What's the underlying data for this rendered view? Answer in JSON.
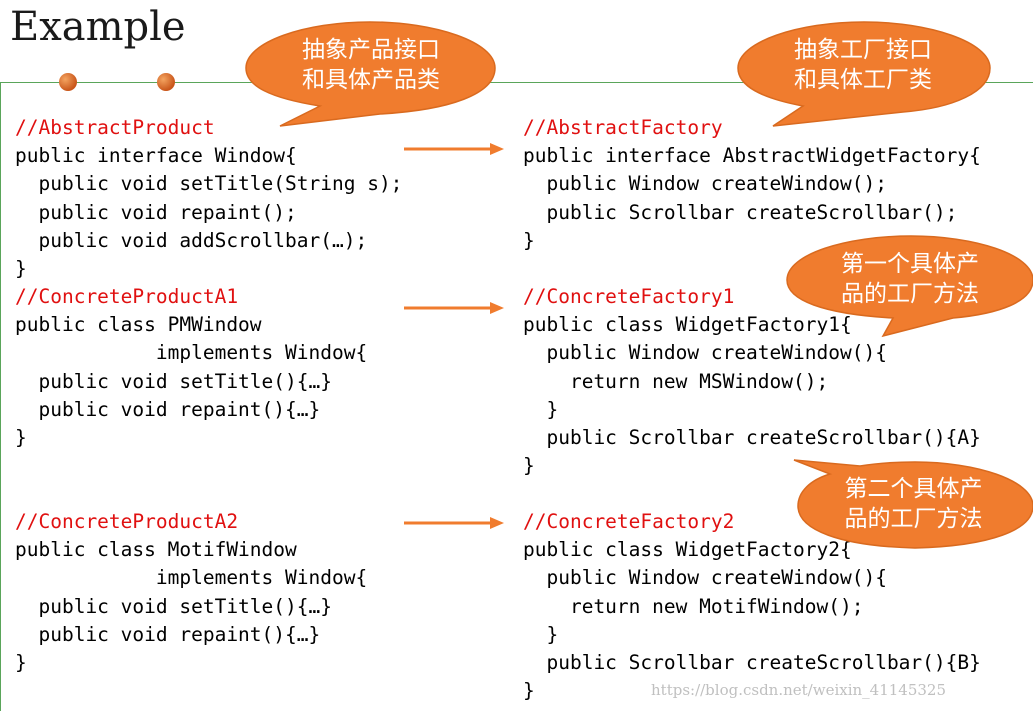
{
  "title": "Example",
  "left_blocks": [
    {
      "comment": "//AbstractProduct",
      "lines": [
        "public interface Window{",
        "  public void setTitle(String s);",
        "  public void repaint();",
        "  public void addScrollbar(…);",
        "}"
      ]
    },
    {
      "comment": "//ConcreteProductA1",
      "lines": [
        "public class PMWindow",
        "            implements Window{",
        "  public void setTitle(){…}",
        "  public void repaint(){…}",
        "}"
      ]
    },
    {
      "comment": "//ConcreteProductA2",
      "lines": [
        "public class MotifWindow",
        "            implements Window{",
        "  public void setTitle(){…}",
        "  public void repaint(){…}",
        "}"
      ]
    }
  ],
  "right_blocks": [
    {
      "comment": "//AbstractFactory",
      "lines": [
        "public interface AbstractWidgetFactory{",
        "  public Window createWindow();",
        "  public Scrollbar createScrollbar();",
        "}"
      ]
    },
    {
      "comment": "//ConcreteFactory1",
      "lines": [
        "public class WidgetFactory1{",
        "  public Window createWindow(){",
        "    return new MSWindow();",
        "  }",
        "  public Scrollbar createScrollbar(){A}",
        "}"
      ]
    },
    {
      "comment": "//ConcreteFactory2",
      "lines": [
        "public class WidgetFactory2{",
        "  public Window createWindow(){",
        "    return new MotifWindow();",
        "  }",
        "  public Scrollbar createScrollbar(){B}",
        "}"
      ]
    }
  ],
  "callouts": [
    {
      "text": "抽象产品接口\n和具体产品类"
    },
    {
      "text": "抽象工厂接口\n和具体工厂类"
    },
    {
      "text": "第一个具体产\n品的工厂方法"
    },
    {
      "text": "第二个具体产\n品的工厂方法"
    }
  ],
  "watermark": "https://blog.csdn.net/weixin_41145325",
  "colors": {
    "comment": "#e01010",
    "callout_fill": "#f07c2e",
    "callout_stroke": "#d96a1f",
    "arrow": "#f07c2e",
    "frame": "#5aa55a",
    "dot": "#d2691e"
  },
  "icons": [
    "bullet-dot",
    "bullet-dot",
    "right-arrow",
    "right-arrow",
    "right-arrow"
  ]
}
